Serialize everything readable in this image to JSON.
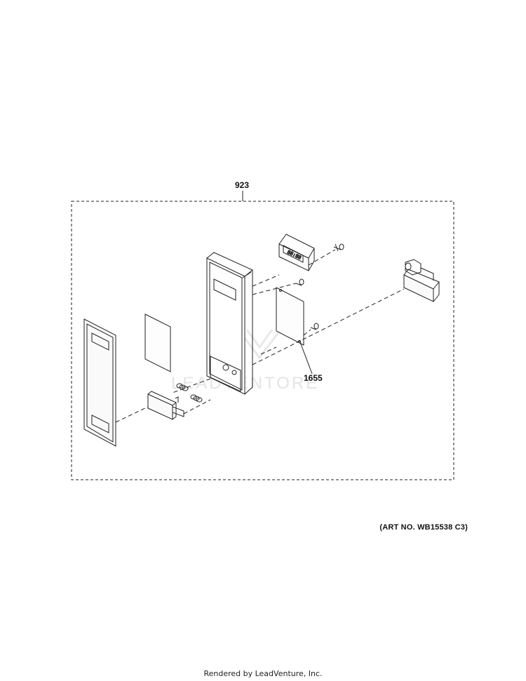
{
  "diagram": {
    "callouts": [
      {
        "id": "assembly",
        "label": "923"
      },
      {
        "id": "part",
        "label": "1655"
      }
    ],
    "art_number": "(ART NO. WB15538 C3)",
    "footer": "Rendered by LeadVenture, Inc.",
    "watermark": "LEADVENTORE",
    "colors": {
      "line": "#222222",
      "watermark": "#e4e4e4"
    }
  }
}
